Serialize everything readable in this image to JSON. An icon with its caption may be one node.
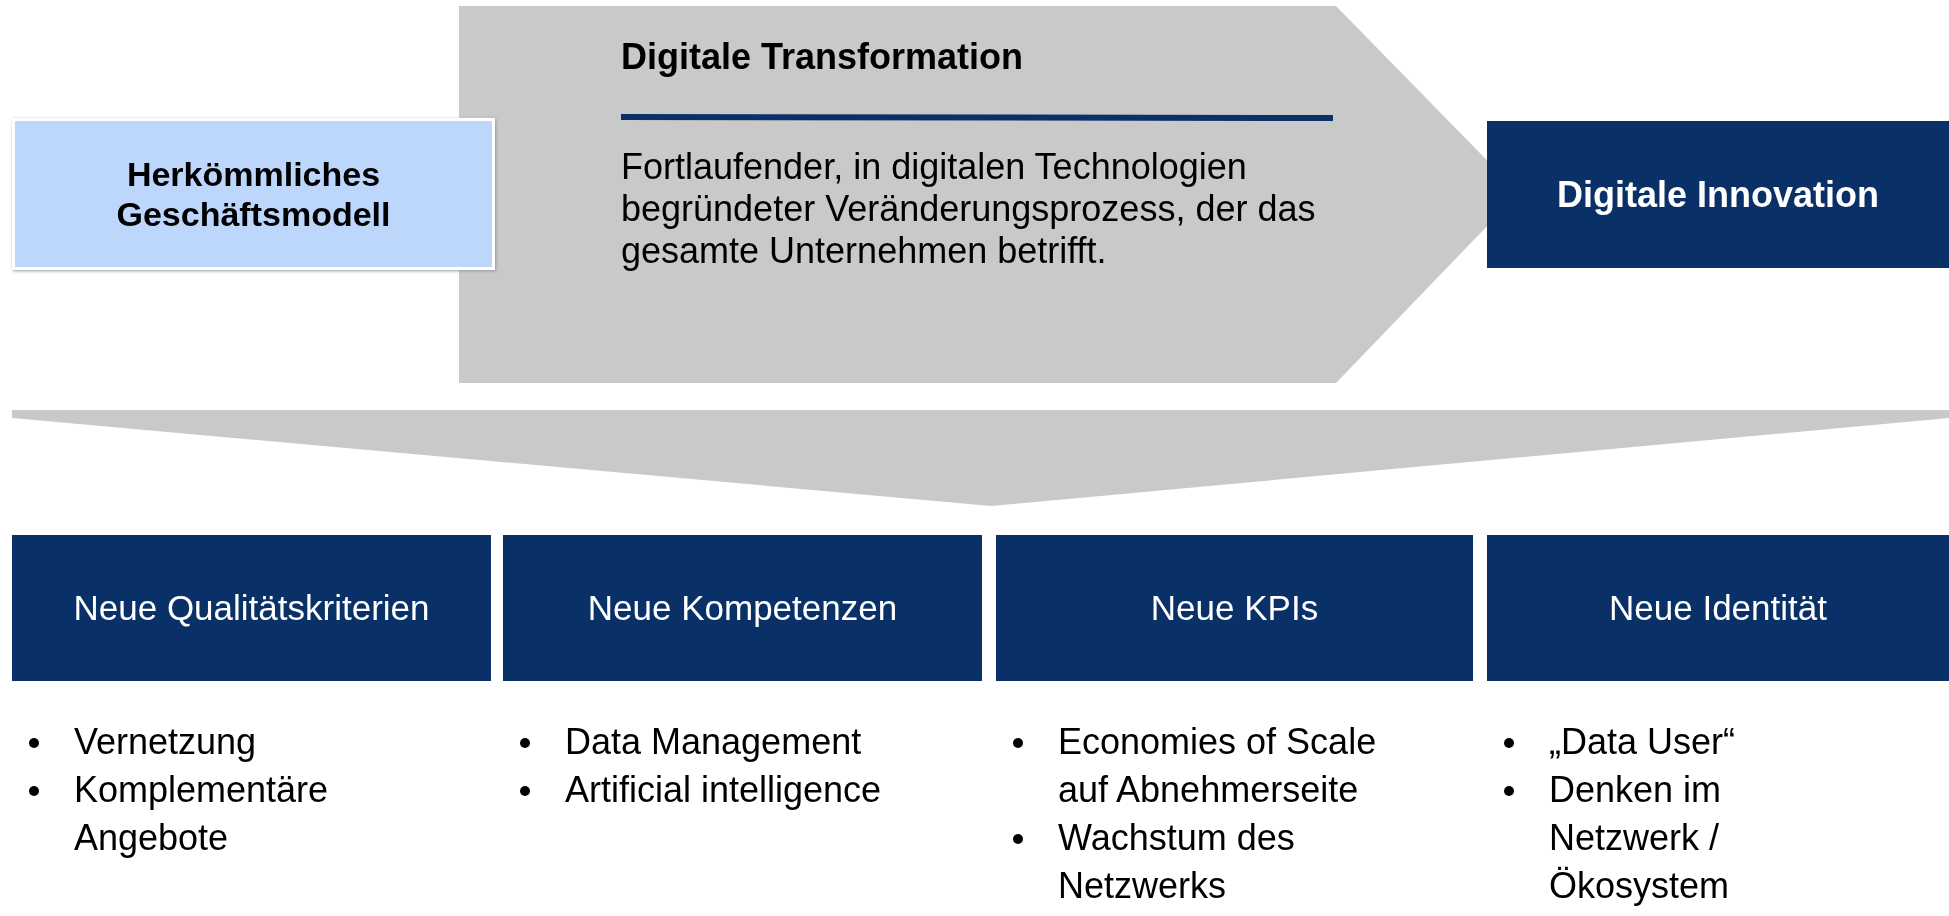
{
  "diagram": {
    "nodes": [
      {
        "text": [
          "Herkömmliches Geschäftsmodell"
        ]
      },
      {
        "text": [
          "Digitale Transformation",
          "Fortlaufender, in digitalen Technologien begründeter Veränderungsprozess, der das gesamte Unternehmen betrifft."
        ]
      },
      {
        "text": [
          "Digitale Innovation"
        ]
      },
      {
        "text": [
          "Neue Qualitätskriterien"
        ],
        "beside": [
          "Vernetzung",
          "Komplementäre Angebote"
        ]
      },
      {
        "text": [
          "Neue Kompetenzen"
        ],
        "beside": [
          "Data Management",
          "Artificial intelligence"
        ]
      },
      {
        "text": [
          "Neue KPIs"
        ],
        "beside": [
          "Economies of Scale auf Abnehmerseite",
          "Wachstum des Netzwerks"
        ]
      },
      {
        "text": [
          "Neue Identität"
        ],
        "beside": [
          "„Data User“",
          "Denken im Netzwerk / Ökosystem"
        ]
      },
      {
        "text": [],
        "shape": "triangle"
      }
    ]
  }
}
